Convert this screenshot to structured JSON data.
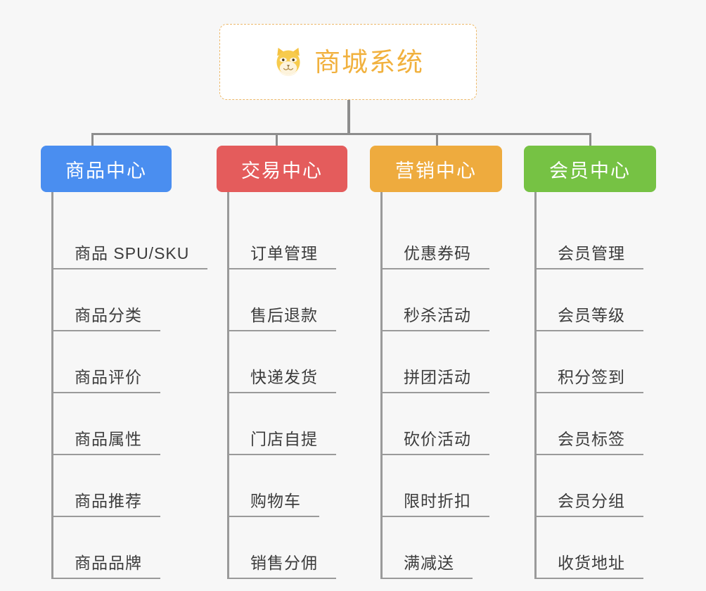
{
  "root": {
    "title": "商城系统",
    "icon": "shiba-dog-icon",
    "border_color": "#edb96a",
    "text_color": "#f1b13e",
    "background": "#ffffff"
  },
  "canvas": {
    "background": "#f7f7f7",
    "line_color": "#8d8d8d"
  },
  "branches": [
    {
      "label": "商品中心",
      "color": "#4a8ef0",
      "items": [
        "商品 SPU/SKU",
        "商品分类",
        "商品评价",
        "商品属性",
        "商品推荐",
        "商品品牌"
      ]
    },
    {
      "label": "交易中心",
      "color": "#e45c5c",
      "items": [
        "订单管理",
        "售后退款",
        "快递发货",
        "门店自提",
        "购物车",
        "销售分佣"
      ]
    },
    {
      "label": "营销中心",
      "color": "#eeab3e",
      "items": [
        "优惠券码",
        "秒杀活动",
        "拼团活动",
        "砍价活动",
        "限时折扣",
        "满减送"
      ]
    },
    {
      "label": "会员中心",
      "color": "#76c244",
      "items": [
        "会员管理",
        "会员等级",
        "积分签到",
        "会员标签",
        "会员分组",
        "收货地址"
      ]
    }
  ]
}
